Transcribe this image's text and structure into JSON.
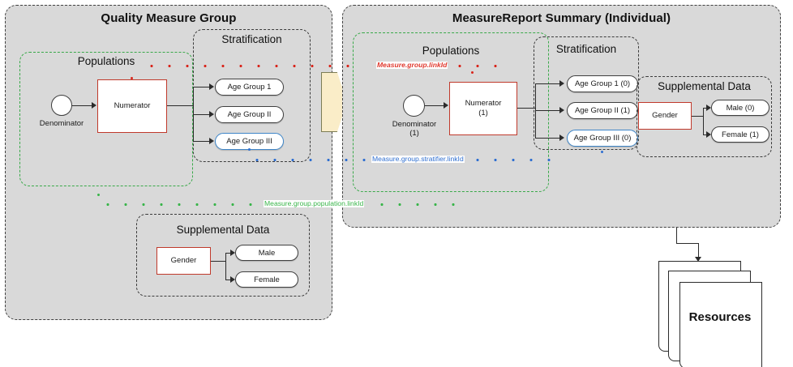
{
  "diagram": {
    "title": "Quality Measure Group to MeasureReport Summary mapping",
    "colors": {
      "panel_fill": "#d9d9d9",
      "panel_border": "#404040",
      "accent_red": "#c0392b",
      "accent_blue": "#3d85c8",
      "accent_green": "#39b54a",
      "trace_red": "#d9261c",
      "trace_blue": "#2f6fd0",
      "chevron_fill": "#faedc8"
    }
  },
  "left_panel": {
    "title": "Quality Measure Group",
    "populations": {
      "title": "Populations",
      "denominator_label": "Denominator",
      "numerator_label": "Numerator"
    },
    "stratification": {
      "title": "Stratification",
      "items": [
        {
          "label": "Age Group 1",
          "highlight": "none"
        },
        {
          "label": "Age Group II",
          "highlight": "none"
        },
        {
          "label": "Age Group III",
          "highlight": "blue"
        }
      ]
    },
    "supplemental": {
      "title": "Supplemental Data",
      "source_label": "Gender",
      "items": [
        {
          "label": "Male"
        },
        {
          "label": "Female"
        }
      ]
    }
  },
  "right_panel": {
    "title": "MeasureReport Summary (Individual)",
    "populations": {
      "title": "Populations",
      "denominator_label": "Denominator",
      "denominator_value": "(1)",
      "numerator_label": "Numerator",
      "numerator_value": "(1)"
    },
    "stratification": {
      "title": "Stratification",
      "items": [
        {
          "label": "Age Group 1 (0)",
          "highlight": "none"
        },
        {
          "label": "Age Group II (1)",
          "highlight": "none"
        },
        {
          "label": "Age Group III (0)",
          "highlight": "blue"
        }
      ]
    },
    "supplemental": {
      "title": "Supplemental Data",
      "source_label": "Gender",
      "items": [
        {
          "label": "Male (0)"
        },
        {
          "label": "Female (1)"
        }
      ]
    }
  },
  "traces": {
    "population_linkid": "Measure.group.population.linkId",
    "group_linkid": "Measure.group.linkId",
    "stratifier_linkid": "Measure.group.stratifier.linkId"
  },
  "output": {
    "resources_label": "Resources"
  }
}
